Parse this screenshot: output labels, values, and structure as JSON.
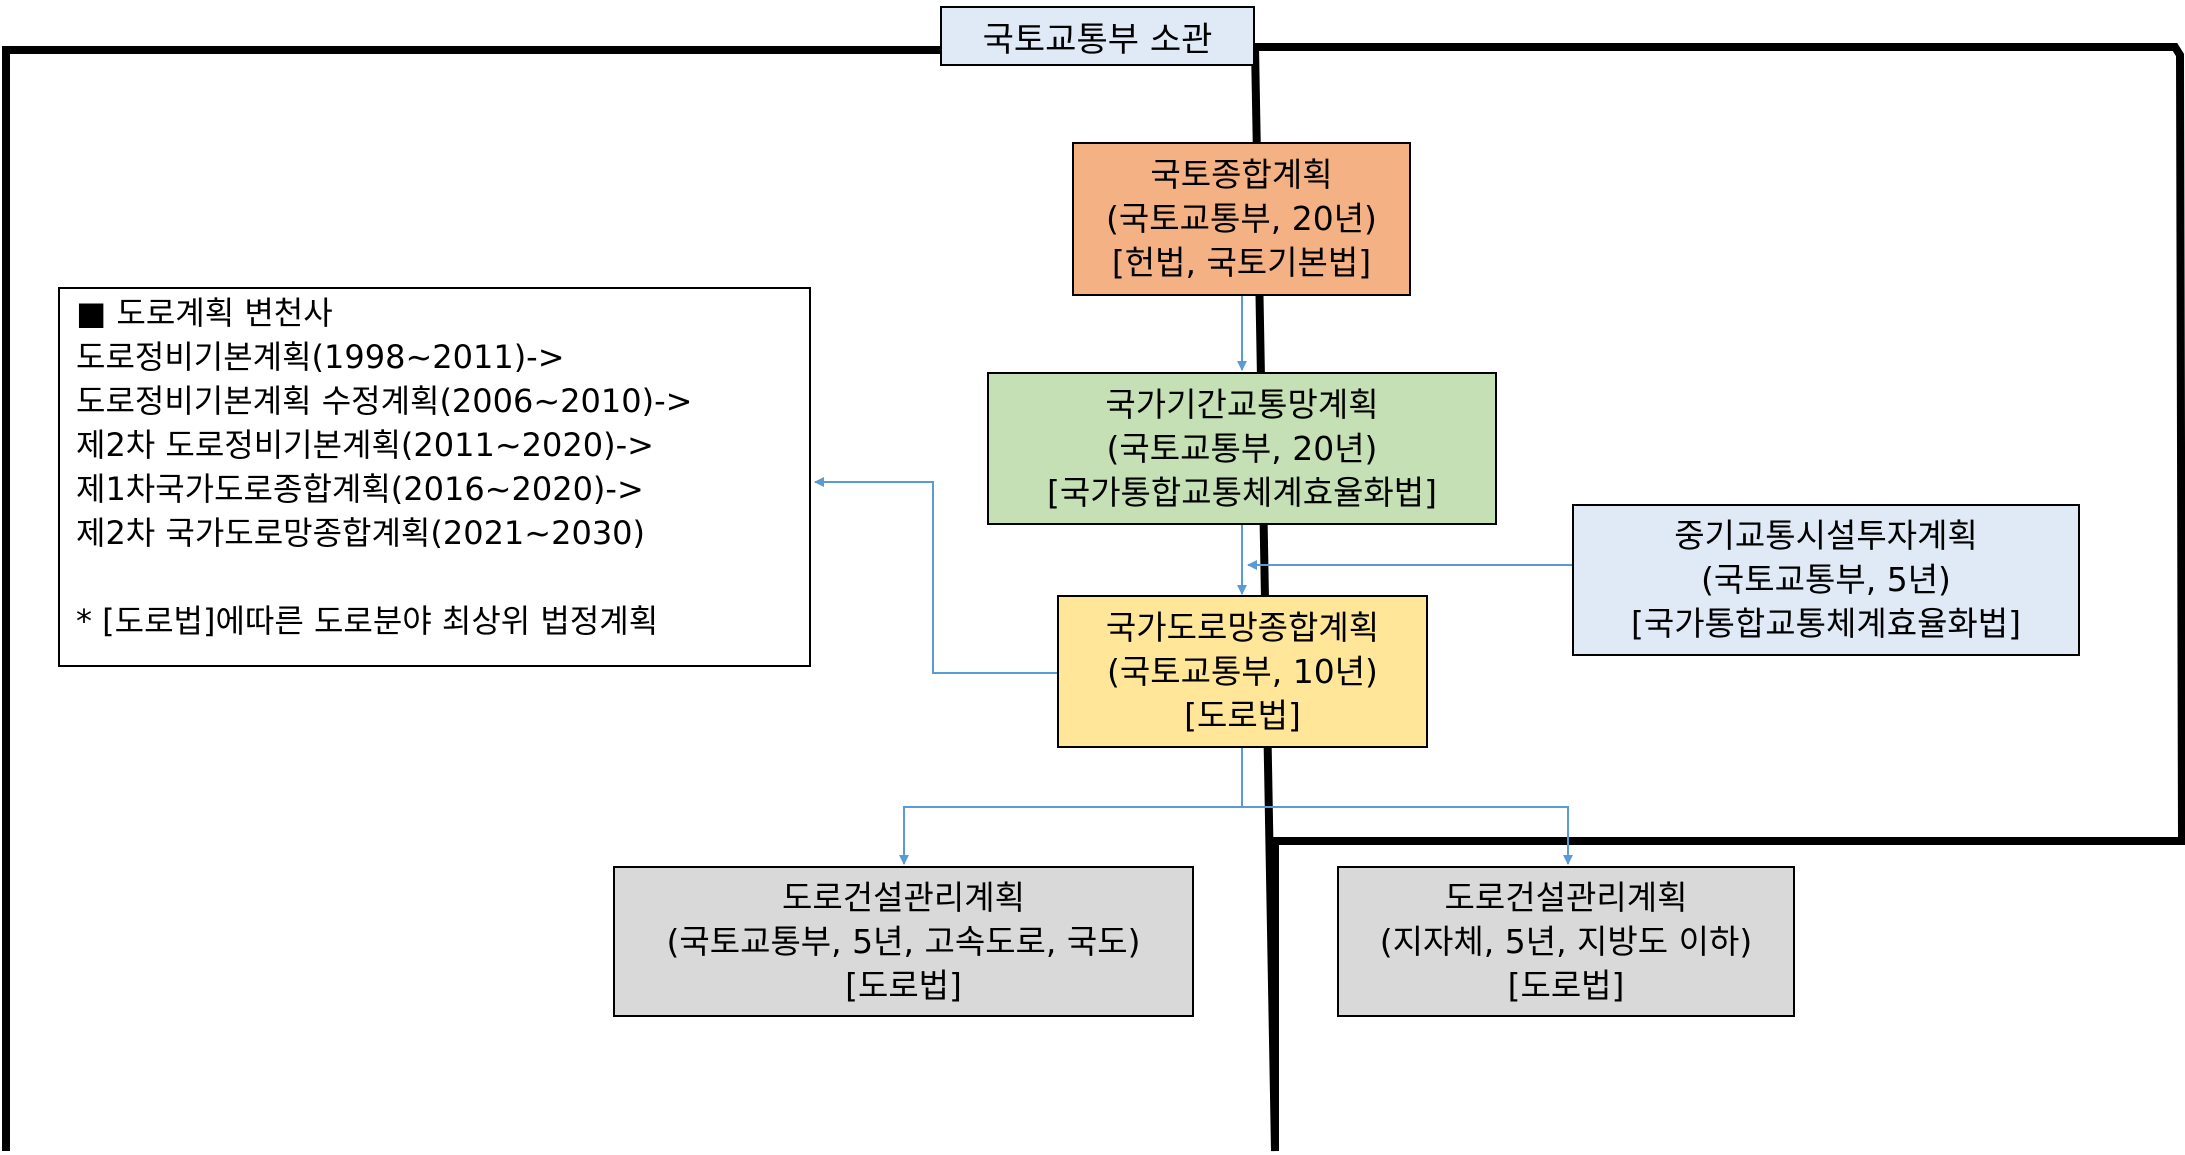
{
  "region": {
    "title": "국토교통부 소관"
  },
  "colors": {
    "national": "#f4b183",
    "network": "#c5e0b4",
    "midterm": "#dfeaf6",
    "road_plan": "#ffe699",
    "management": "#d9d9d9",
    "connector": "#5b9bd5"
  },
  "nodes": {
    "national_plan": {
      "lines": [
        "국토종합계획",
        "(국토교통부, 20년)",
        "[헌법, 국토기본법]"
      ]
    },
    "backbone_plan": {
      "lines": [
        "국가기간교통망계획",
        "(국토교통부, 20년)",
        "[국가통합교통체계효율화법]"
      ]
    },
    "midterm_plan": {
      "lines": [
        "중기교통시설투자계획",
        "(국토교통부, 5년)",
        "[국가통합교통체계효율화법]"
      ]
    },
    "road_network_plan": {
      "lines": [
        "국가도로망종합계획",
        "(국토교통부, 10년)",
        "[도로법]"
      ]
    },
    "mgmt_national": {
      "lines": [
        "도로건설관리계획",
        "(국토교통부, 5년, 고속도로, 국도)",
        "[도로법]"
      ]
    },
    "mgmt_local": {
      "lines": [
        "도로건설관리계획",
        "(지자체, 5년, 지방도 이하)",
        "[도로법]"
      ]
    }
  },
  "history": {
    "heading": "■ 도로계획 변천사",
    "lines": [
      "도로정비기본계획(1998~2011)->",
      "도로정비기본계획 수정계획(2006~2010)->",
      "제2차 도로정비기본계획(2011~2020)->",
      "제1차국가도로종합계획(2016~2020)->",
      "제2차 국가도로망종합계획(2021~2030)",
      "",
      "* [도로법]에따른 도로분야 최상위 법정계획"
    ]
  }
}
